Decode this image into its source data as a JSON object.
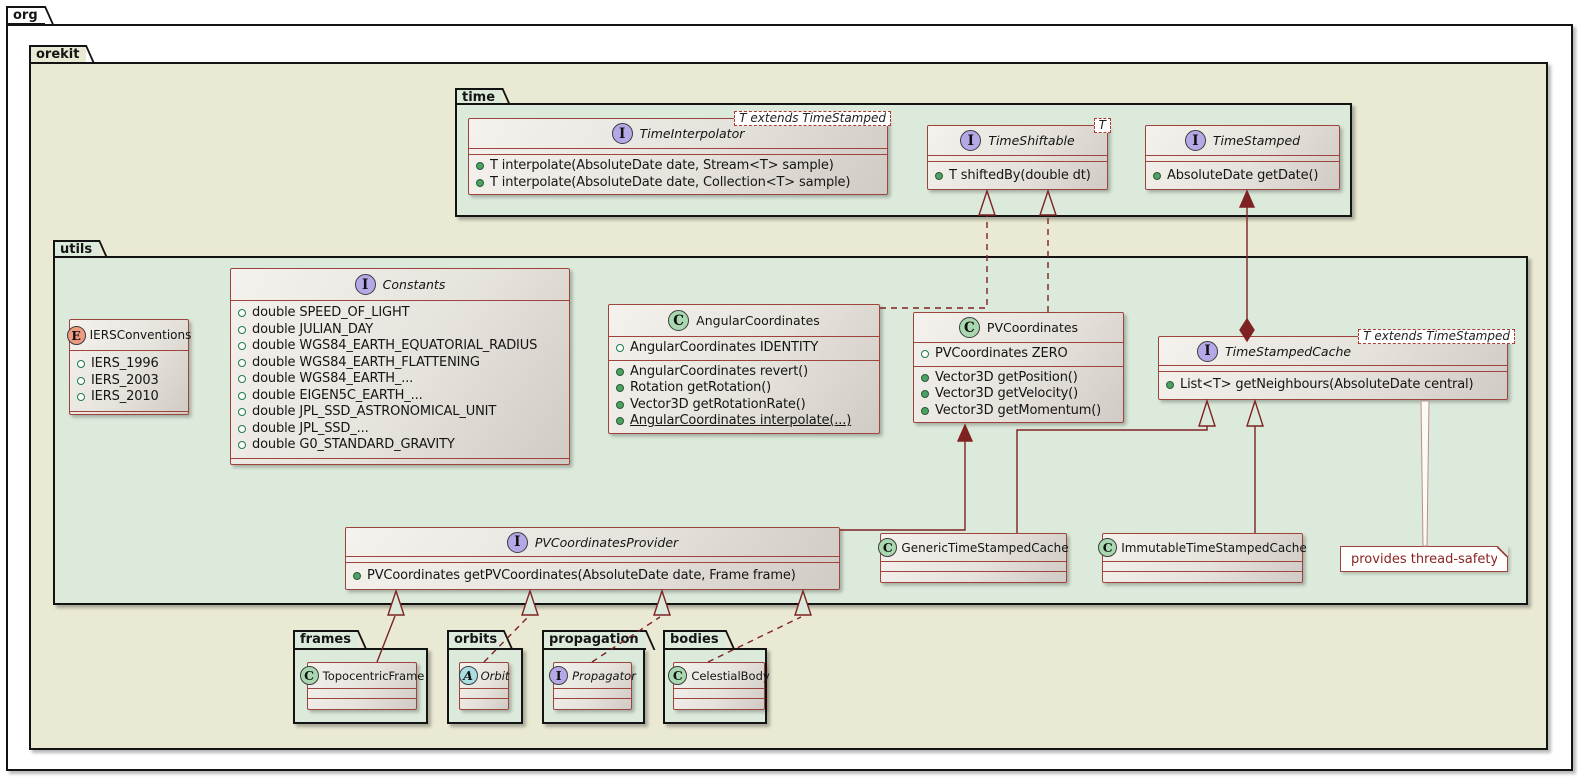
{
  "packages": {
    "org": {
      "label": "org"
    },
    "orekit": {
      "label": "orekit"
    },
    "time": {
      "label": "time"
    },
    "utils": {
      "label": "utils"
    },
    "frames": {
      "label": "frames"
    },
    "orbits": {
      "label": "orbits"
    },
    "propagation": {
      "label": "propagation"
    },
    "bodies": {
      "label": "bodies"
    }
  },
  "classes": {
    "TimeInterpolator": {
      "icon": "I",
      "name": "TimeInterpolator",
      "generic": "T extends TimeStamped",
      "methods": [
        "T interpolate(AbsoluteDate date, Stream<T> sample)",
        "T interpolate(AbsoluteDate date, Collection<T> sample)"
      ]
    },
    "TimeShiftable": {
      "icon": "I",
      "name": "TimeShiftable",
      "generic": "T",
      "methods": [
        "T shiftedBy(double dt)"
      ]
    },
    "TimeStamped": {
      "icon": "I",
      "name": "TimeStamped",
      "methods": [
        "AbsoluteDate getDate()"
      ]
    },
    "IERSConventions": {
      "icon": "E",
      "name": "IERSConventions",
      "fields": [
        "IERS_1996",
        "IERS_2003",
        "IERS_2010"
      ]
    },
    "Constants": {
      "icon": "I",
      "name": "Constants",
      "fields": [
        "double SPEED_OF_LIGHT",
        "double JULIAN_DAY",
        "double WGS84_EARTH_EQUATORIAL_RADIUS",
        "double WGS84_EARTH_FLATTENING",
        "double WGS84_EARTH_...",
        "double EIGEN5C_EARTH_...",
        "double JPL_SSD_ASTRONOMICAL_UNIT",
        "double JPL_SSD_...",
        "double G0_STANDARD_GRAVITY"
      ]
    },
    "AngularCoordinates": {
      "icon": "C",
      "name": "AngularCoordinates",
      "fields": [
        "AngularCoordinates IDENTITY"
      ],
      "methods": [
        "AngularCoordinates revert()",
        "Rotation getRotation()",
        "Vector3D getRotationRate()",
        "AngularCoordinates interpolate(...)"
      ]
    },
    "PVCoordinates": {
      "icon": "C",
      "name": "PVCoordinates",
      "fields": [
        "PVCoordinates ZERO"
      ],
      "methods": [
        "Vector3D getPosition()",
        "Vector3D getVelocity()",
        "Vector3D getMomentum()"
      ]
    },
    "TimeStampedCache": {
      "icon": "I",
      "name": "TimeStampedCache",
      "generic": "T extends TimeStamped",
      "methods": [
        "List<T> getNeighbours(AbsoluteDate central)"
      ]
    },
    "PVCoordinatesProvider": {
      "icon": "I",
      "name": "PVCoordinatesProvider",
      "methods": [
        "PVCoordinates getPVCoordinates(AbsoluteDate date, Frame frame)"
      ]
    },
    "GenericTimeStampedCache": {
      "icon": "C",
      "name": "GenericTimeStampedCache"
    },
    "ImmutableTimeStampedCache": {
      "icon": "C",
      "name": "ImmutableTimeStampedCache"
    },
    "TopocentricFrame": {
      "icon": "C",
      "name": "TopocentricFrame"
    },
    "Orbit": {
      "icon": "A",
      "name": "Orbit"
    },
    "Propagator": {
      "icon": "I",
      "name": "Propagator"
    },
    "CelestialBody": {
      "icon": "C",
      "name": "CelestialBody"
    }
  },
  "note": {
    "text": "provides thread-safety"
  },
  "colors": {
    "orekit_background": "#eae9d3",
    "inner_package_background": "#dceadb",
    "class_border": "#9d453c",
    "relation_line": "#7e2222",
    "interface_icon": "#b6a8e6",
    "class_icon": "#a9d8b0",
    "enum_icon": "#ee9b80",
    "abstract_icon": "#a8dde2",
    "note_text": "#8b2423"
  }
}
